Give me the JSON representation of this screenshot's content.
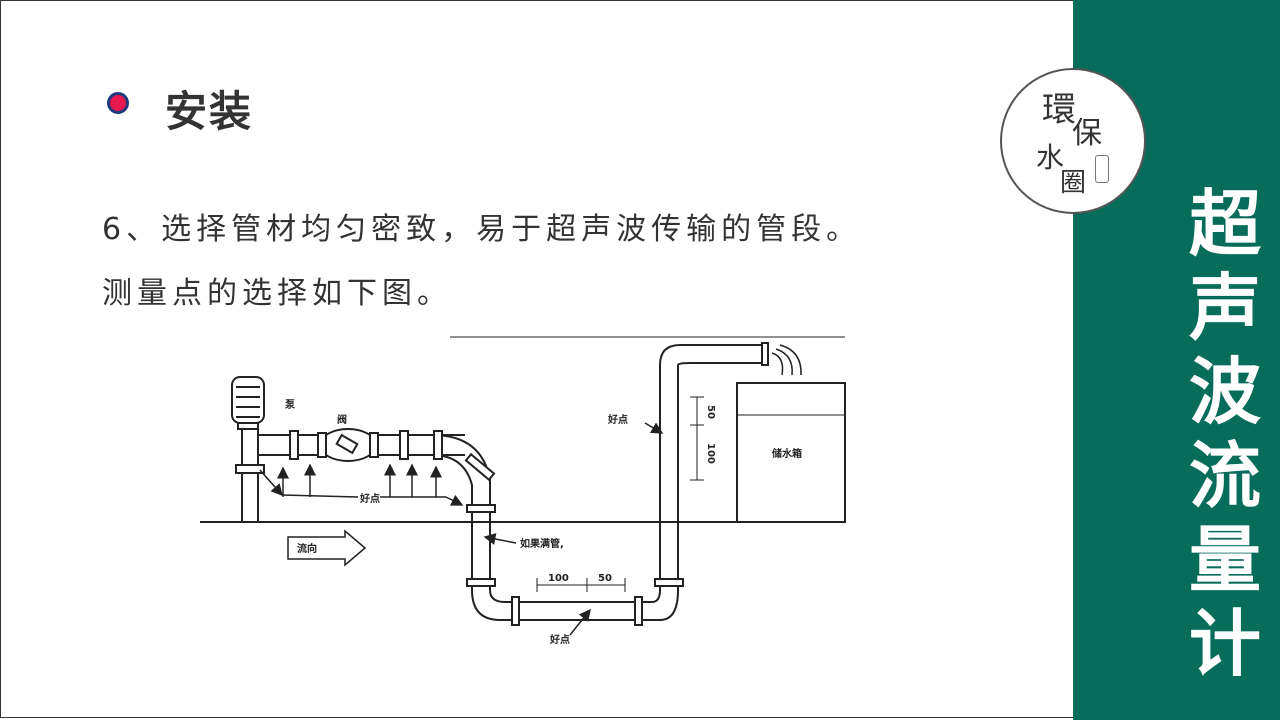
{
  "heading": "安装",
  "body": {
    "line1": "6、选择管材均匀密致，易于超声波传输的管段。",
    "line2": "测量点的选择如下图。"
  },
  "side_title": [
    "超",
    "声",
    "波",
    "流",
    "量",
    "计"
  ],
  "logo": {
    "chars": [
      "環",
      "保",
      "水",
      "圈"
    ]
  },
  "diagram": {
    "pump_label": "泵",
    "valve_label": "阀",
    "good_point_label": "好点",
    "good_point_label_pipe": "好点",
    "good_point_label_bottom": "好点",
    "downward_pipe_label": "如果满管,",
    "flow_label": "流向",
    "tank_label": "储水箱",
    "dim_100_h": "100",
    "dim_50_h": "50",
    "dim_50_v": "50",
    "dim_100_v": "100"
  },
  "colors": {
    "accent": "#076d5a",
    "bullet": "#e8194f",
    "bullet_ring": "#1e3a7a",
    "text": "#333333"
  }
}
